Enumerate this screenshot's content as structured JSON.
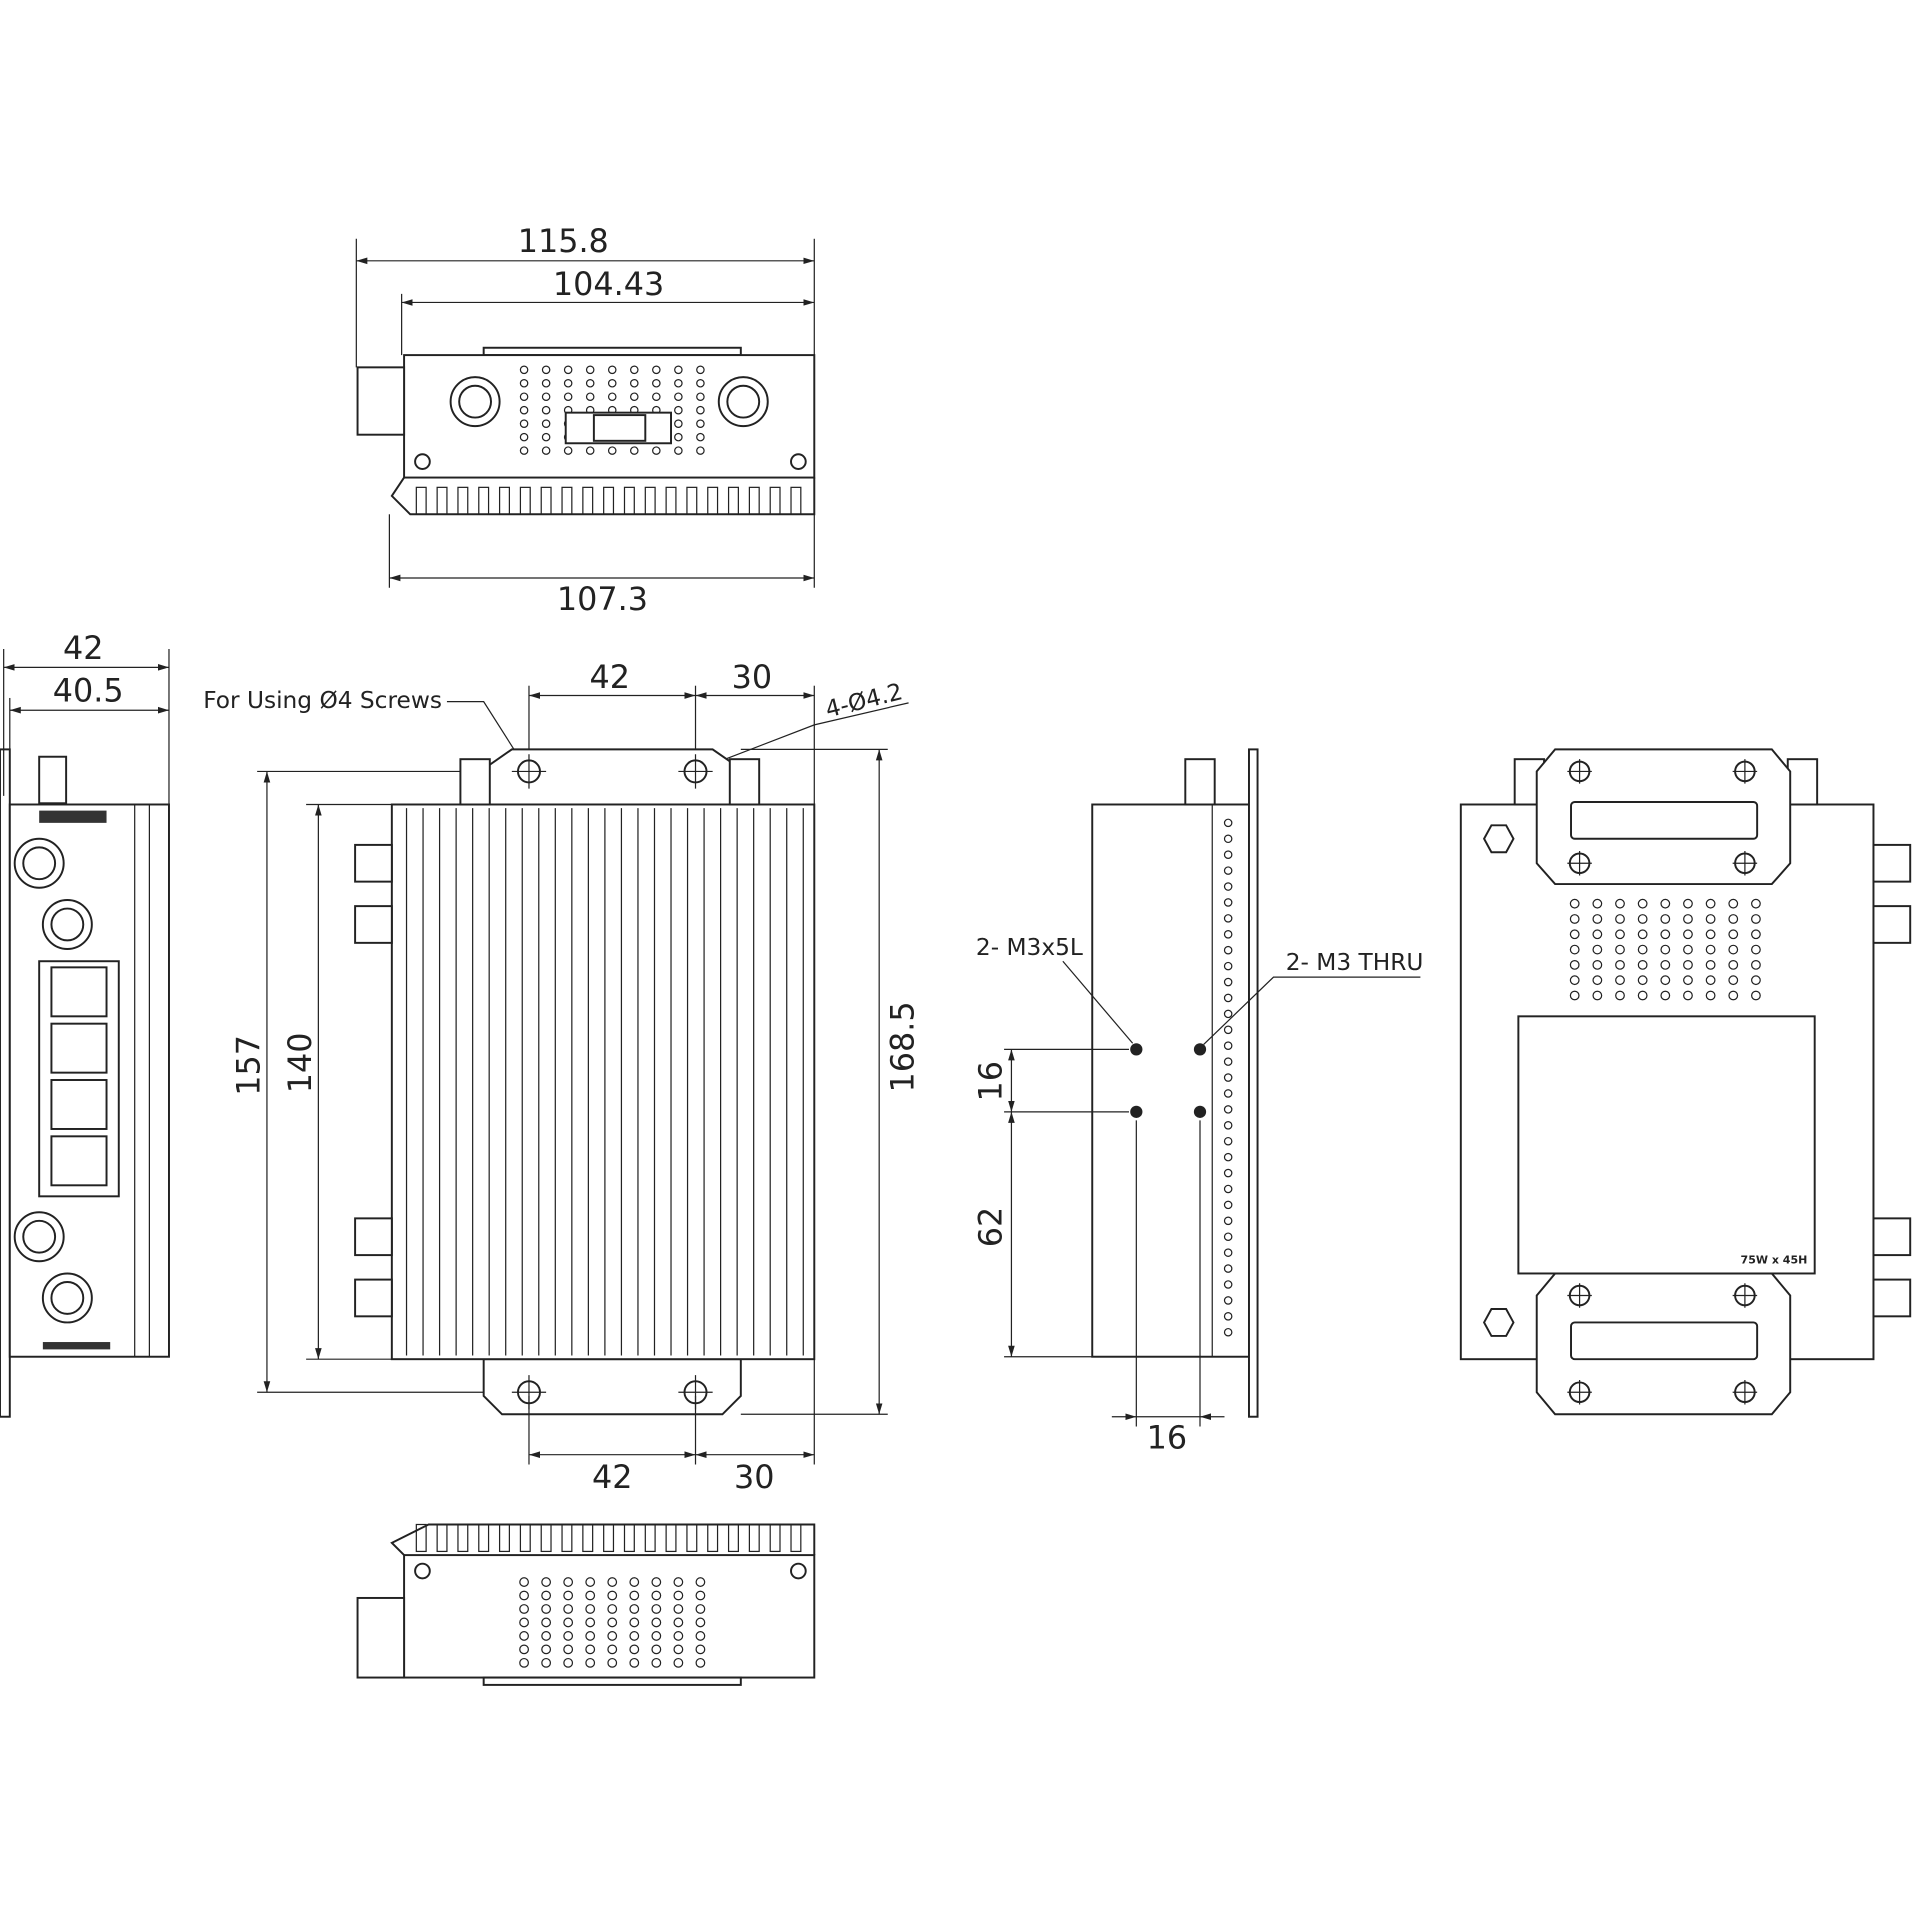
{
  "drawing": {
    "top_view": {
      "overall_width": "115.8",
      "body_width": "104.43",
      "base_width": "107.3"
    },
    "left_view": {
      "overall_depth": "42",
      "body_depth": "40.5"
    },
    "front_view": {
      "screw_note": "For Using Ø4 Screws",
      "hole_note": "4-Ø4.2",
      "top_hole_spacing": "42",
      "top_hole_offset": "30",
      "bottom_hole_spacing": "42",
      "bottom_hole_offset": "30",
      "hole_pitch_height": "157",
      "body_height": "140",
      "overall_height": "168.5"
    },
    "side_view": {
      "blind_hole_note": "2- M3x5L",
      "thru_hole_note": "2- M3 THRU",
      "hole_vertical_spacing": "16",
      "hole_bottom_offset": "62",
      "hole_horizontal_spacing": "16"
    },
    "back_view": {
      "label_size": "75W x 45H"
    }
  },
  "colors": {
    "line": "#222222",
    "background": "#ffffff"
  }
}
